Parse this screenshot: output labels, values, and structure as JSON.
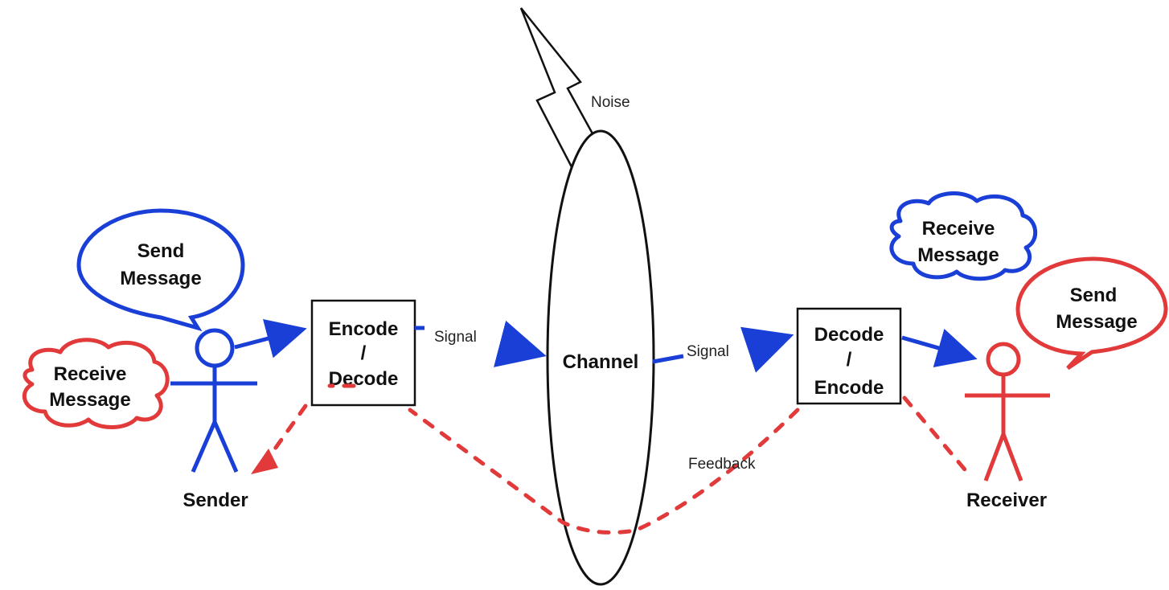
{
  "diagram": {
    "noise": "Noise",
    "channel": "Channel",
    "signal_left": "Signal",
    "signal_right": "Signal",
    "feedback": "Feedback",
    "sender": {
      "label": "Sender",
      "send_line1": "Send",
      "send_line2": "Message",
      "receive_line1": "Receive",
      "receive_line2": "Message"
    },
    "receiver": {
      "label": "Receiver",
      "send_line1": "Send",
      "send_line2": "Message",
      "receive_line1": "Receive",
      "receive_line2": "Message"
    },
    "encoder_box": {
      "line1": "Encode",
      "line2": "/",
      "line3": "Decode"
    },
    "decoder_box": {
      "line1": "Decode",
      "line2": "/",
      "line3": "Encode"
    },
    "colors": {
      "blue": "#1a3fd6",
      "red": "#e23a3a",
      "black": "#111111"
    }
  }
}
